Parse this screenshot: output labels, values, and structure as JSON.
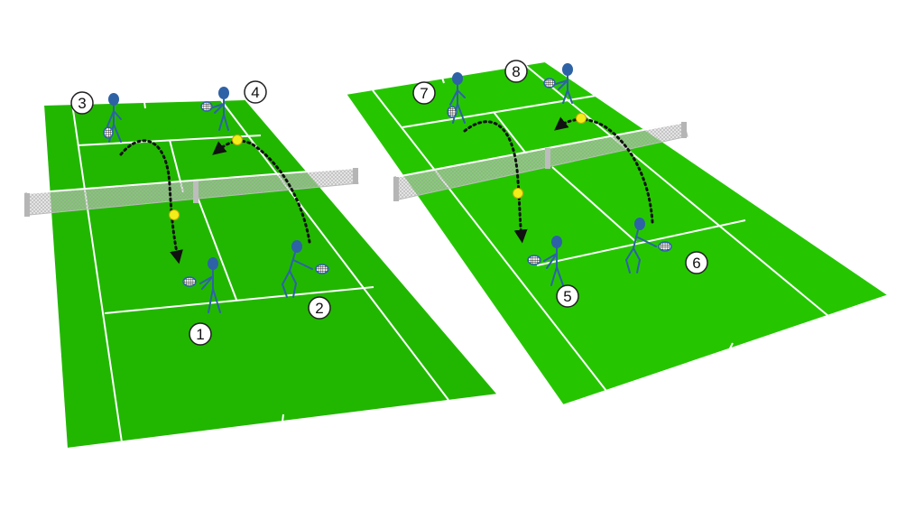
{
  "colors": {
    "court_shade": "#1ea400",
    "court_surface": "#22bb00",
    "court_bright": "#27cc00",
    "court_lines": "#ffffff",
    "net_mesh": "#cccccc",
    "net_post": "#b5b5b5",
    "player_body": "#2e62a6",
    "ball": "#f2ee1a",
    "trajectory": "#111111",
    "label_circle_fill": "#ffffff",
    "label_circle_stroke": "#222222"
  },
  "courts": [
    {
      "id": "left-court",
      "players": [
        {
          "number": "1"
        },
        {
          "number": "2"
        },
        {
          "number": "3"
        },
        {
          "number": "4"
        }
      ]
    },
    {
      "id": "right-court",
      "players": [
        {
          "number": "5"
        },
        {
          "number": "6"
        },
        {
          "number": "7"
        },
        {
          "number": "8"
        }
      ]
    }
  ]
}
